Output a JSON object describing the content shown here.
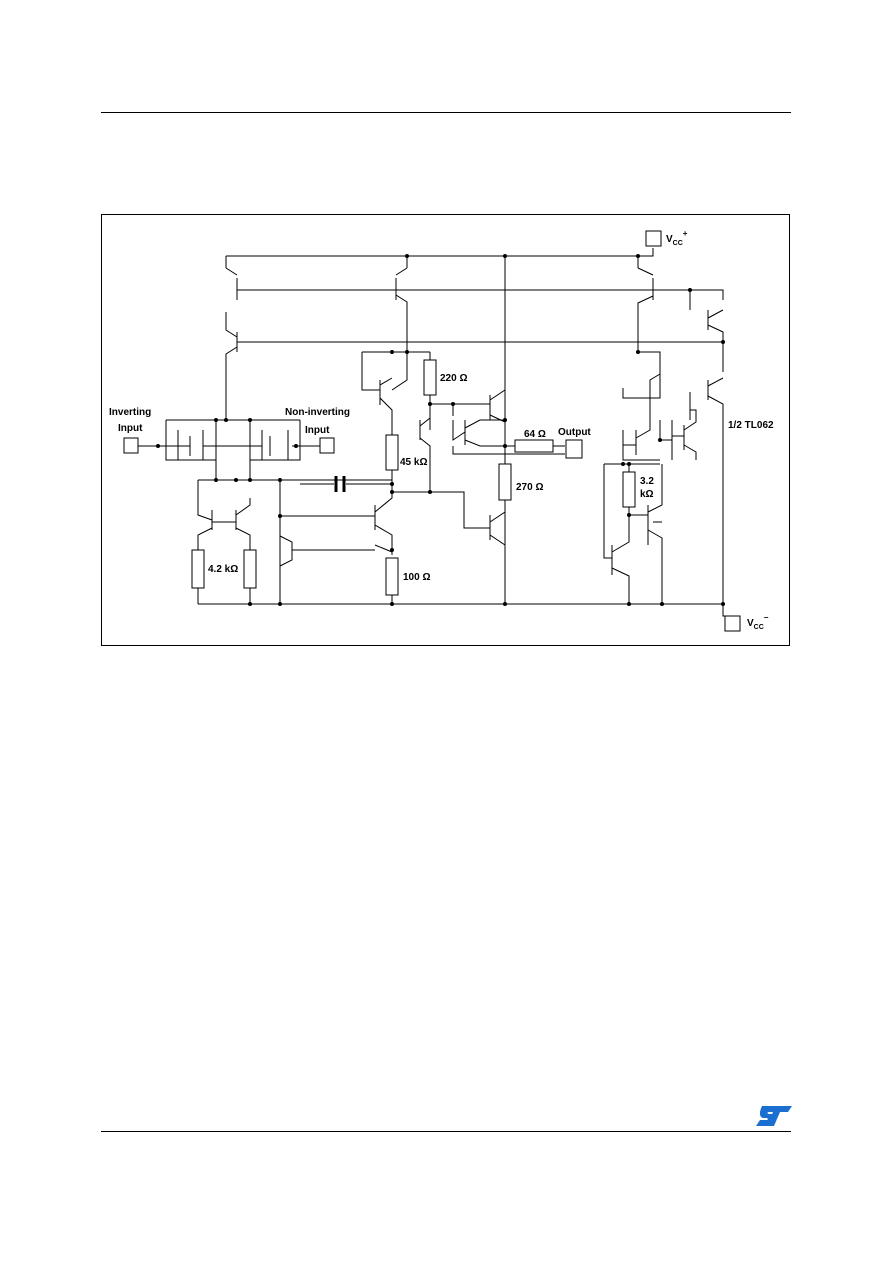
{
  "schematic": {
    "labels": {
      "vcc_plus": "V",
      "vcc_plus_sub": "CC",
      "vcc_plus_sup": "+",
      "vcc_minus": "V",
      "vcc_minus_sub": "CC",
      "vcc_minus_sup": "−",
      "inverting_line1": "Inverting",
      "inverting_line2": "Input",
      "noninverting_line1": "Non-inverting",
      "noninverting_line2": "Input",
      "output": "Output",
      "part": "1/2 TL062"
    },
    "resistors": {
      "r_220": "220 Ω",
      "r_45k": "45 kΩ",
      "r_64": "64 Ω",
      "r_270": "270 Ω",
      "r_4k2": "4.2 kΩ",
      "r_100": "100 Ω",
      "r_3k2_line1": "3.2",
      "r_3k2_line2": "kΩ"
    }
  },
  "footer": {
    "logo": "ST"
  }
}
